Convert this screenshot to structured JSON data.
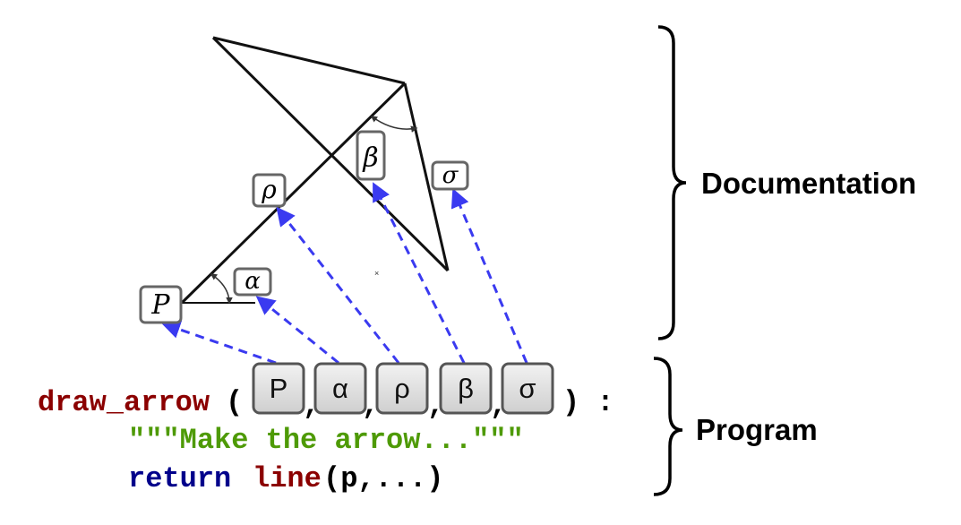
{
  "doc_labels": {
    "P": "P",
    "alpha": "α",
    "rho": "ρ",
    "beta": "β",
    "sigma": "σ"
  },
  "side_labels": {
    "documentation": "Documentation",
    "program": "Program"
  },
  "code": {
    "func_name": "draw_arrow",
    "open_paren": "(",
    "comma": ",",
    "close": ") :",
    "docstring": "\"\"\"Make the arrow...\"\"\"",
    "return_kw": "return",
    "return_call": "line",
    "return_args": "(p,...)"
  },
  "params": [
    {
      "id": "P",
      "label": "P"
    },
    {
      "id": "alpha",
      "label": "α"
    },
    {
      "id": "rho",
      "label": "ρ"
    },
    {
      "id": "beta",
      "label": "β"
    },
    {
      "id": "sigma",
      "label": "σ"
    }
  ],
  "colors": {
    "function_name": "#8b0000",
    "keyword": "#00008b",
    "docstring": "#4e9a06",
    "punctuation": "#000000",
    "dashed_arrow": "#3a3af0",
    "key_border": "#555555"
  }
}
